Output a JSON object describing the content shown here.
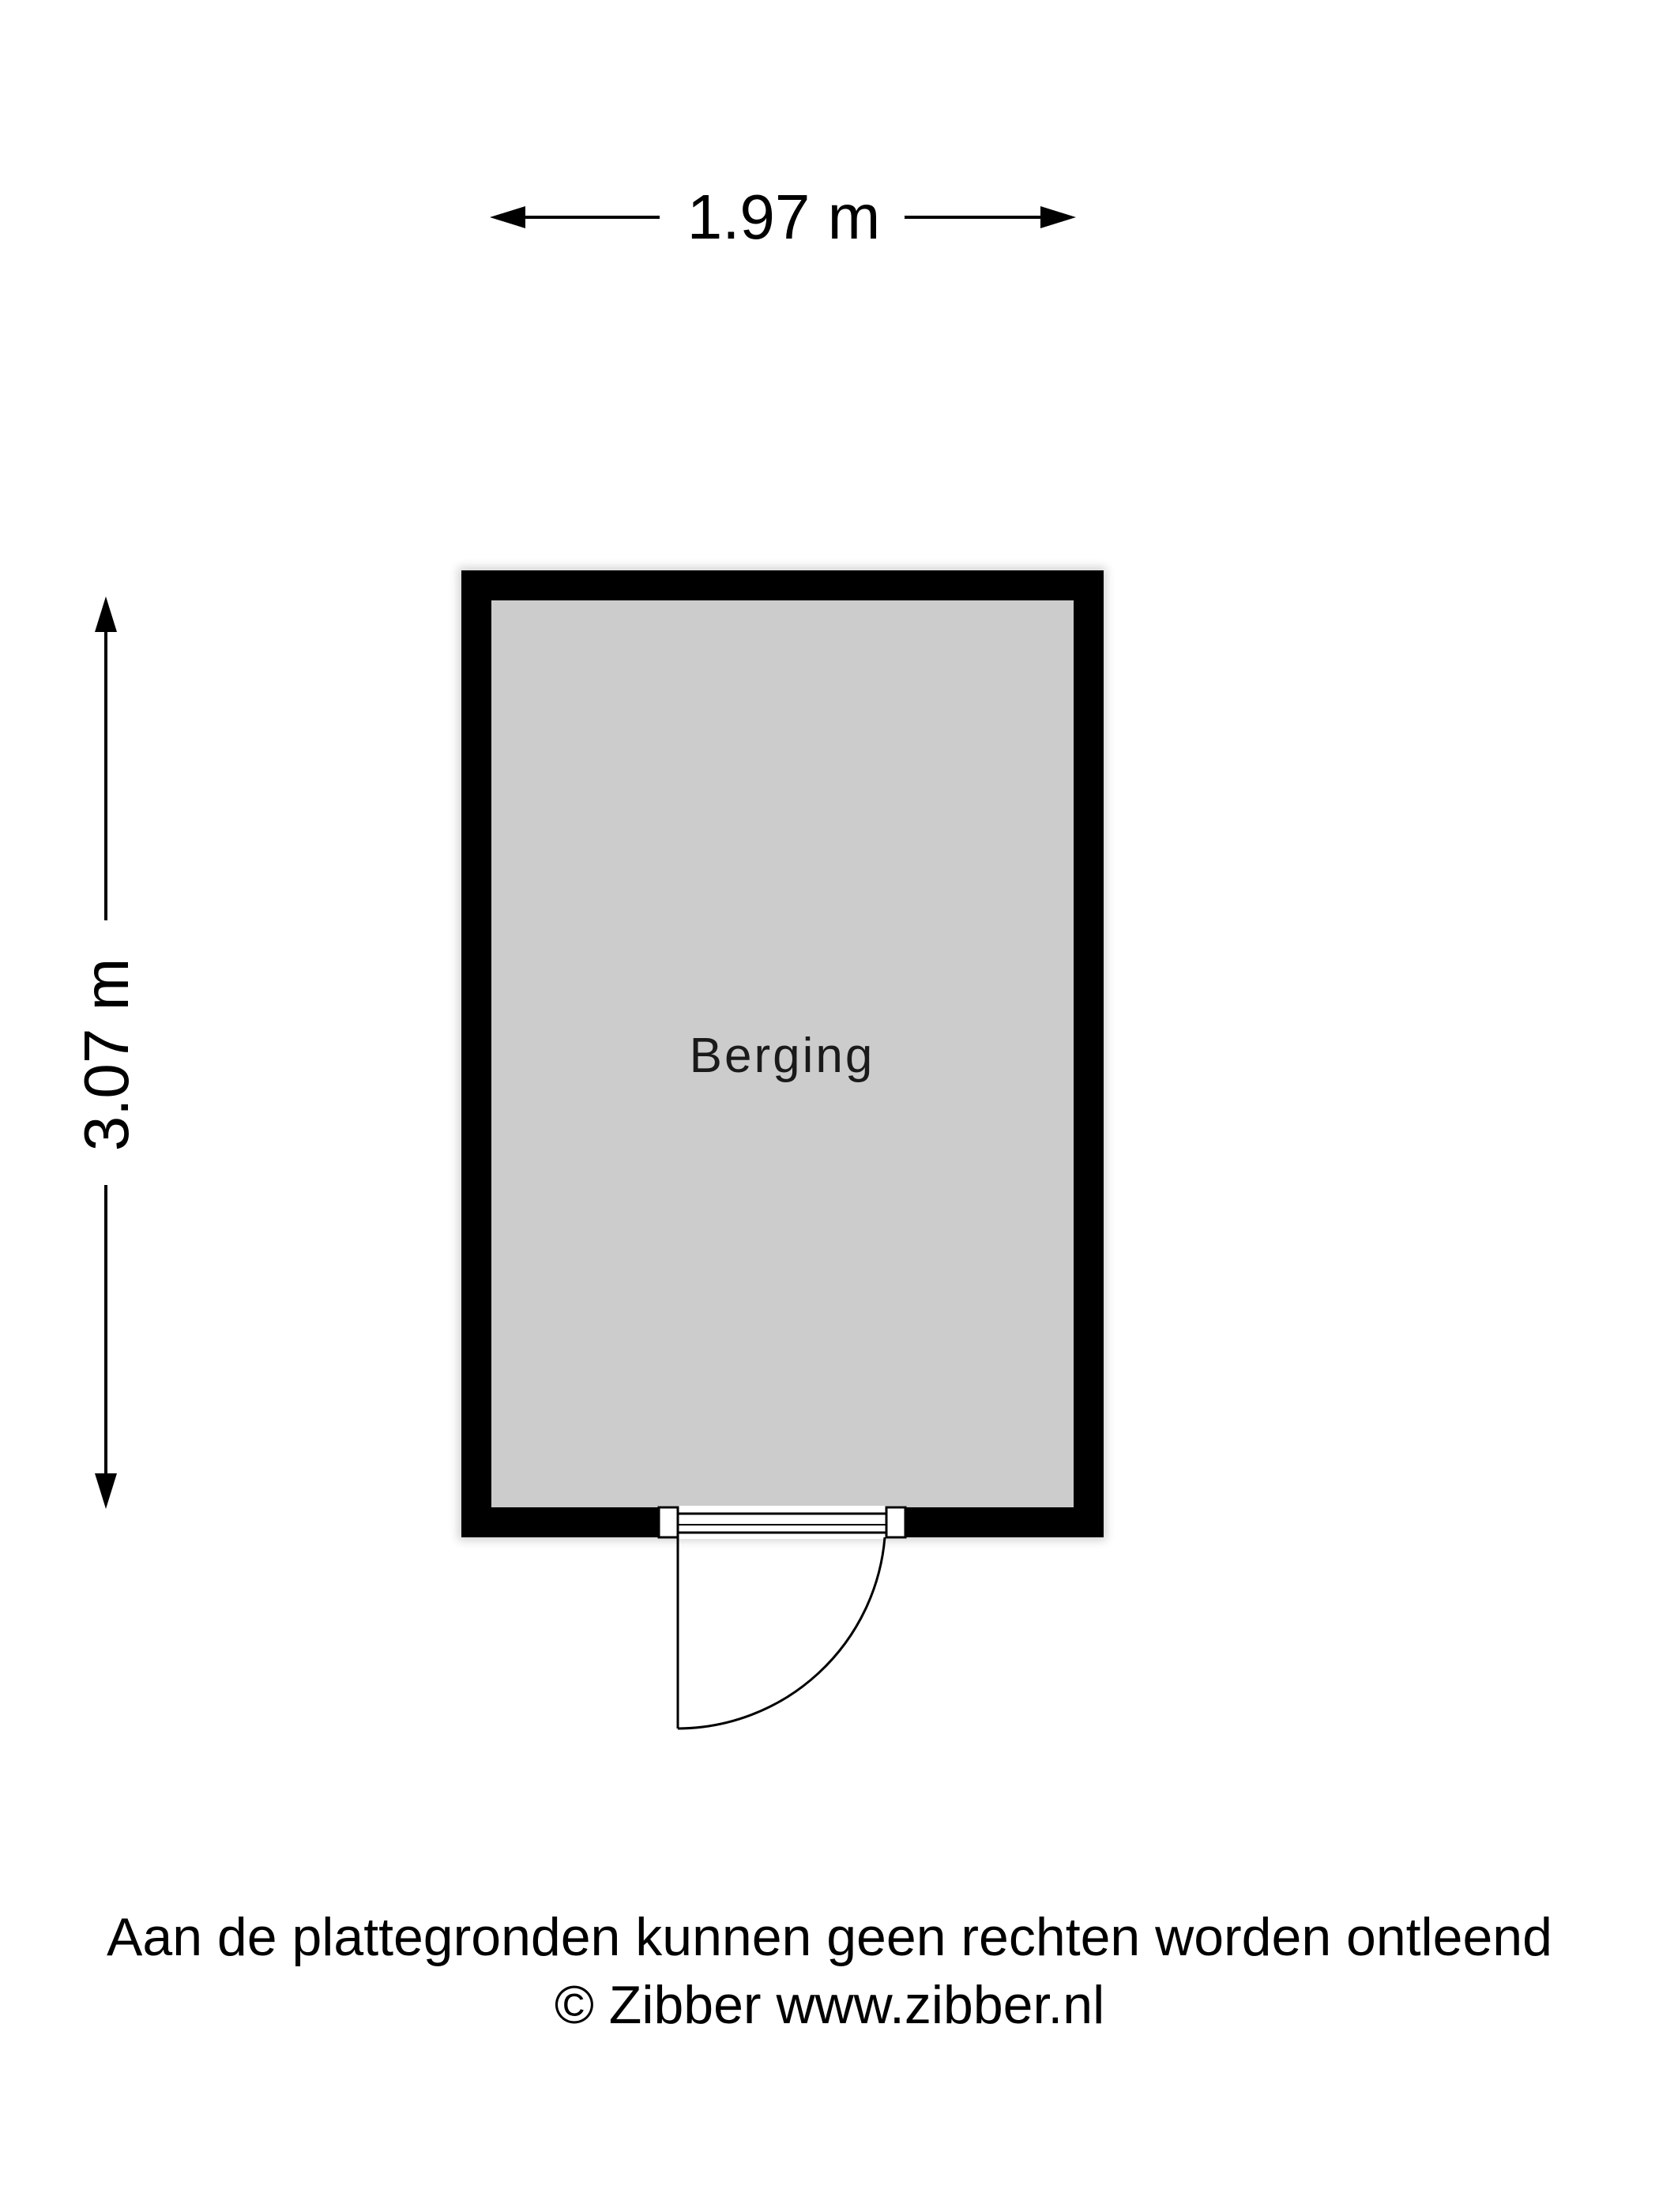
{
  "dimensions": {
    "width_label": "1.97 m",
    "height_label": "3.07 m"
  },
  "rooms": [
    {
      "name": "Berging"
    }
  ],
  "footer": {
    "disclaimer": "Aan de plattegronden kunnen geen rechten worden ontleend",
    "copyright": "© Zibber www.zibber.nl"
  },
  "colors": {
    "wall": "#000000",
    "floor": "#cccccc",
    "background": "#ffffff"
  }
}
